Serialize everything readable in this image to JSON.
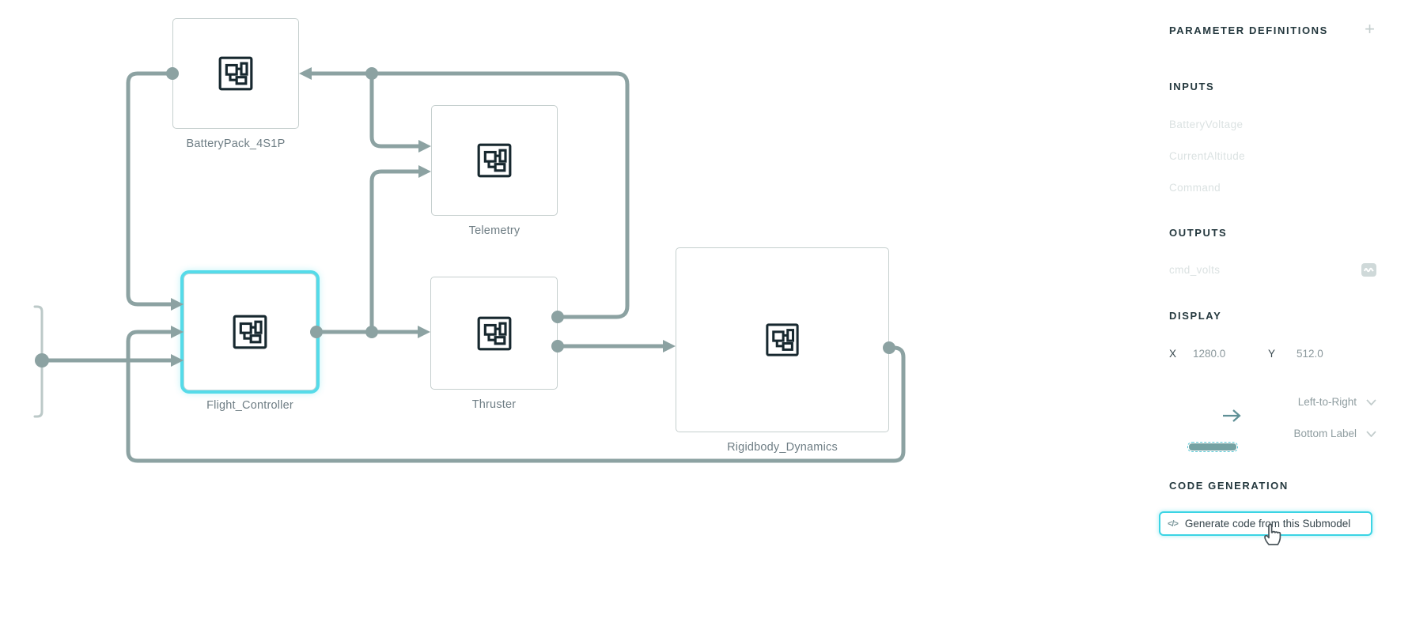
{
  "canvas": {
    "blocks": [
      {
        "label": "BatteryPack_4S1P"
      },
      {
        "label": "Telemetry"
      },
      {
        "label": "Flight_Controller",
        "selected": true
      },
      {
        "label": "Thruster"
      },
      {
        "label": "Rigidbody_Dynamics"
      }
    ]
  },
  "panel": {
    "title": "PARAMETER DEFINITIONS",
    "add_icon": "+",
    "inputs": {
      "heading": "INPUTS",
      "items": [
        "BatteryVoltage",
        "CurrentAltitude",
        "Command"
      ]
    },
    "outputs": {
      "heading": "OUTPUTS",
      "items": [
        "cmd_volts"
      ],
      "item_icon": "waveform"
    },
    "display": {
      "heading": "DISPLAY",
      "x_label": "X",
      "x_value": "1280.0",
      "y_label": "Y",
      "y_value": "512.0",
      "direction": "Left-to-Right",
      "label_position": "Bottom Label"
    },
    "codegen": {
      "heading": "CODE GENERATION",
      "button_icon": "</>",
      "button_label": "Generate code from this Submodel"
    }
  },
  "colors": {
    "wire": "#8ca2a2",
    "block_border": "#c5cfce",
    "selection_cyan": "#55dbe9",
    "heading_text": "#24383e",
    "ghost_text": "#dbe2e2",
    "accent_teal": "#74a2a3",
    "button_border": "#3bd4e4"
  }
}
